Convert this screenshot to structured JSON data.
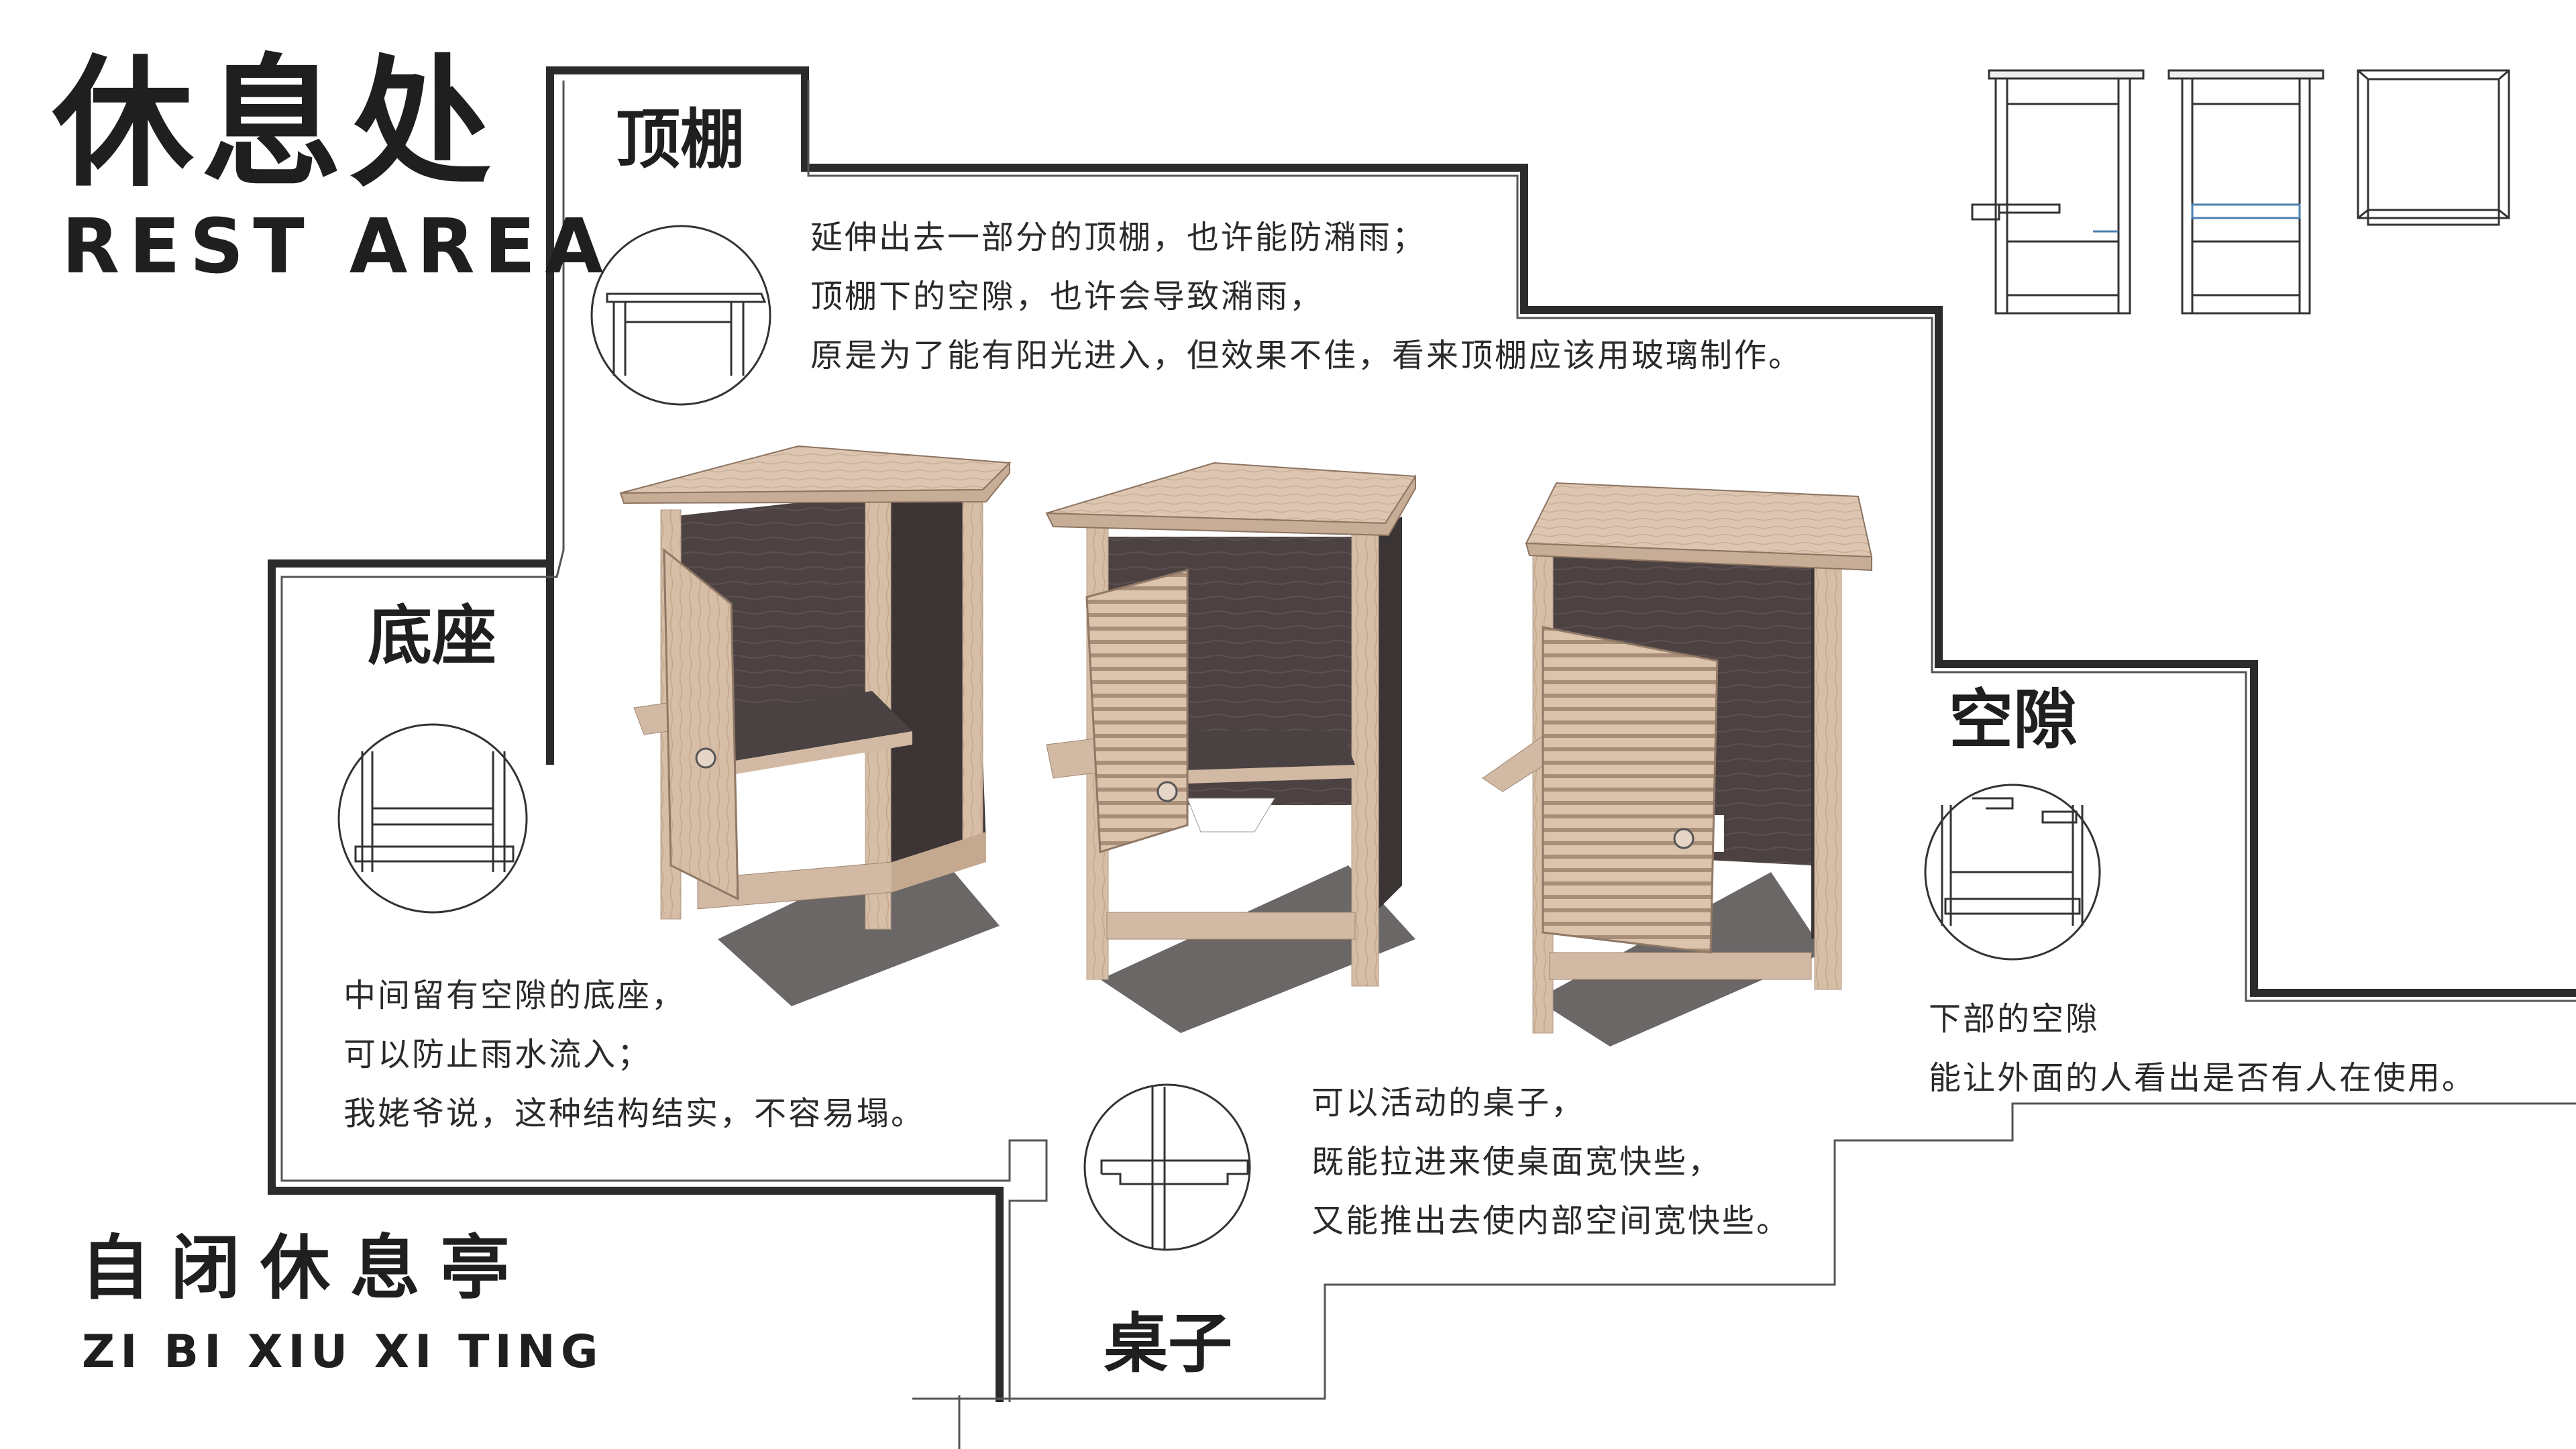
{
  "header": {
    "title_cn": "休息处",
    "title_en": "REST AREA"
  },
  "footer": {
    "title_cn": "自闭休息亭",
    "title_en": "ZI BI XIU XI TING"
  },
  "sections": {
    "roof": {
      "label": "顶棚",
      "lines": [
        "延伸出去一部分的顶棚，也许能防潲雨；",
        "顶棚下的空隙，也许会导致潲雨，",
        "原是为了能有阳光进入，但效果不佳，看来顶棚应该用玻璃制作。"
      ]
    },
    "base": {
      "label": "底座",
      "lines": [
        "中间留有空隙的底座，",
        "可以防止雨水流入；",
        "我姥爷说，这种结构结实，不容易塌。"
      ]
    },
    "gap": {
      "label": "空隙",
      "lines": [
        "下部的空隙",
        "能让外面的人看出是否有人在使用。"
      ]
    },
    "table": {
      "label": "桌子",
      "lines": [
        "可以活动的桌子，",
        "既能拉进来使桌面宽快些，",
        "又能推出去使内部空间宽快些。"
      ]
    }
  },
  "colors": {
    "frame": "#2b2b2b",
    "wood_light": "#d9c2ad",
    "wood_dark": "#4b4140",
    "shadow": "#3a3434"
  }
}
